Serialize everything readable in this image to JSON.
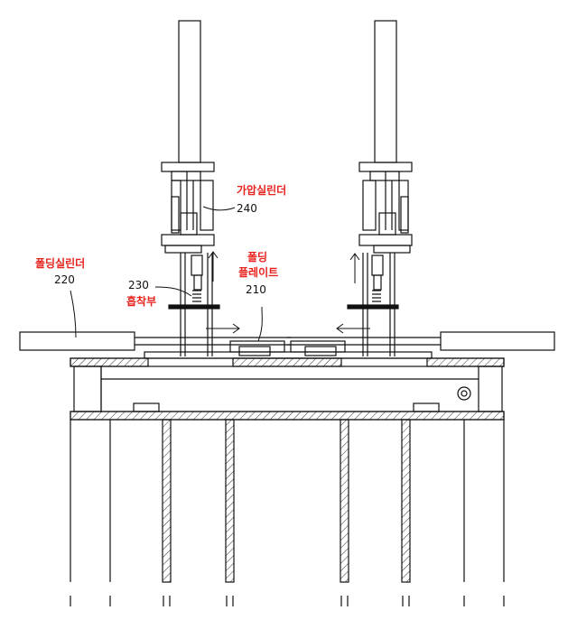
{
  "colors": {
    "line": "#111111",
    "label_accent": "#e8231e",
    "hatch": "#333333",
    "background": "#ffffff"
  },
  "labels": {
    "pressure_cylinder": {
      "name": "가압실린더",
      "number": "240"
    },
    "folding_cylinder": {
      "name": "폴딩실린더",
      "number": "220"
    },
    "suction_unit": {
      "name": "흡착부",
      "number": "230"
    },
    "folding_plate": {
      "name_line1": "폴딩",
      "name_line2": "플레이트",
      "number": "210"
    }
  },
  "icons": [
    "arrow-up-icon",
    "arrow-right-icon",
    "arrow-left-icon"
  ]
}
